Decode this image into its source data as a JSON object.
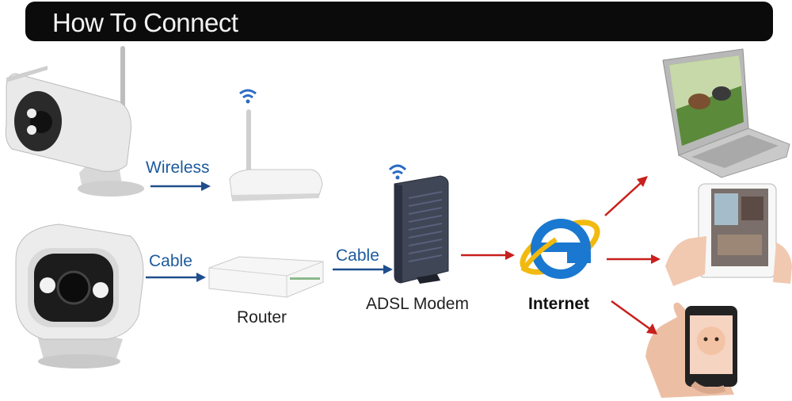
{
  "header": {
    "title": "How To Connect"
  },
  "labels": {
    "wireless": "Wireless",
    "cable_left": "Cable",
    "router": "Router",
    "cable_right": "Cable",
    "modem": "ADSL Modem",
    "internet": "Internet"
  },
  "colors": {
    "title_bar": "#0b0b0b",
    "label_blue": "#1d5a9c",
    "arrow_blue": "#1f4e8c",
    "arrow_red": "#c8201c"
  }
}
